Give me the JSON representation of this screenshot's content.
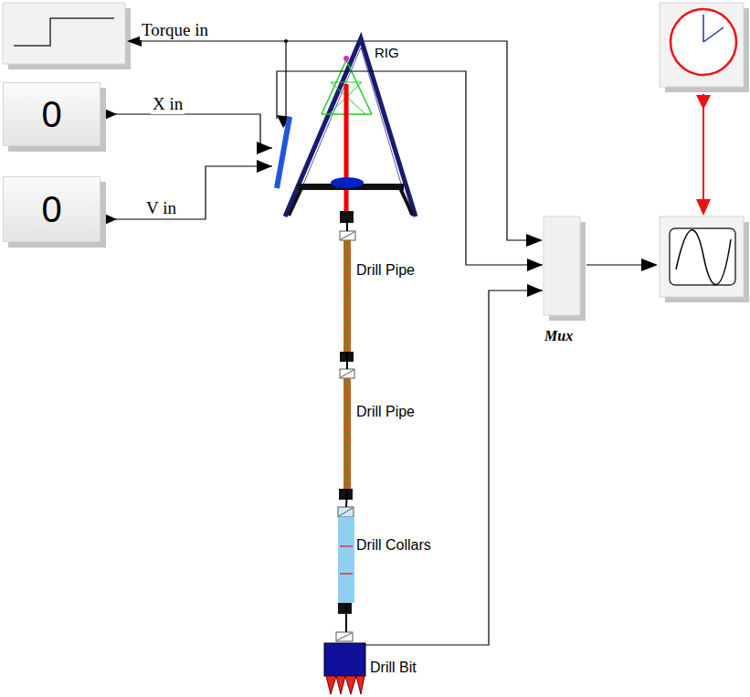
{
  "diagram": {
    "nodes": [
      {
        "text": [
          "0"
        ]
      },
      {
        "text": [
          "0"
        ]
      },
      {
        "text": [
          "RIG"
        ]
      },
      {
        "text": [
          "Drill Pipe"
        ]
      },
      {
        "text": [
          "Drill Pipe"
        ]
      },
      {
        "text": [
          "Drill Collars"
        ]
      },
      {
        "text": [
          "Drill Bit"
        ]
      },
      {
        "text": [
          "Mux"
        ]
      }
    ],
    "edges": [
      {
        "from": 0,
        "to": 2,
        "label": "X in",
        "arrow": "to"
      },
      {
        "from": 1,
        "to": 2,
        "label": "V in",
        "arrow": "to"
      },
      {
        "from": 2,
        "to": 7,
        "arrow": "to"
      },
      {
        "from": 2,
        "to": 3,
        "arrow": "none"
      },
      {
        "from": 3,
        "to": 4,
        "arrow": "none"
      },
      {
        "from": 4,
        "to": 5,
        "arrow": "none"
      },
      {
        "from": 5,
        "to": 6,
        "arrow": "none"
      },
      {
        "from": 6,
        "to": 7,
        "arrow": "to"
      }
    ],
    "labels": [
      "Torque in"
    ]
  }
}
